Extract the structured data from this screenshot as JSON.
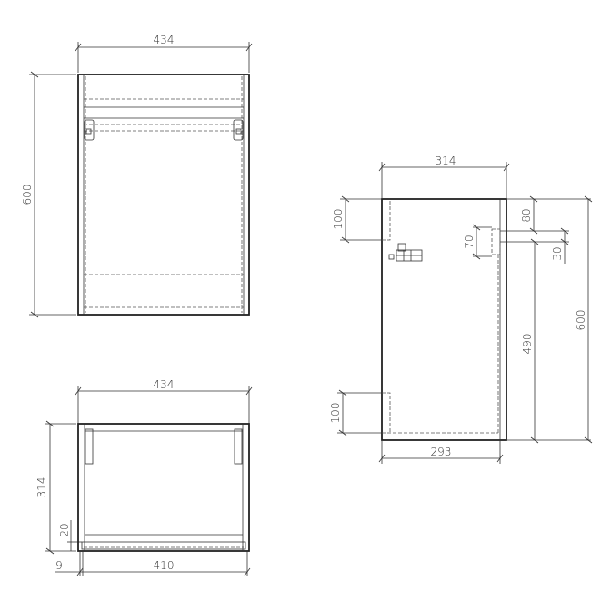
{
  "drawing": {
    "front_view": {
      "width_label": "434",
      "height_label": "600"
    },
    "top_view": {
      "width_label": "434",
      "depth_label": "314",
      "front_offset_label": "20",
      "side_thickness_label": "9",
      "inner_width_label": "410"
    },
    "side_view": {
      "depth_label": "314",
      "bottom_depth_label": "293",
      "top_rail_label": "100",
      "bottom_rail_label": "100",
      "notch_height_label": "70",
      "top_offset_label": "80",
      "gap_label": "30",
      "lower_height_label": "490",
      "total_height_label": "600"
    }
  }
}
